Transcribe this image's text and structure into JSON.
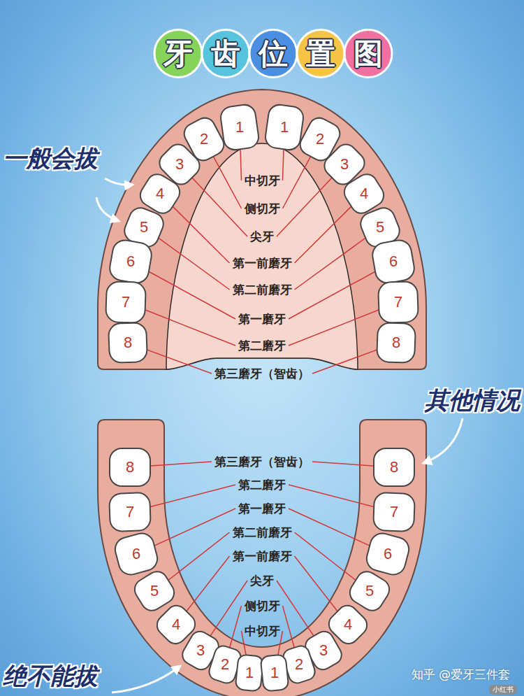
{
  "diagram": {
    "title": "牙齿位置图",
    "nodes": [
      {
        "text": [
          "1"
        ]
      },
      {
        "text": [
          "2"
        ]
      },
      {
        "text": [
          "3"
        ]
      },
      {
        "text": [
          "4"
        ]
      },
      {
        "text": [
          "5"
        ]
      },
      {
        "text": [
          "6"
        ]
      },
      {
        "text": [
          "7"
        ]
      },
      {
        "text": [
          "8"
        ]
      },
      {
        "text": [
          "1"
        ]
      },
      {
        "text": [
          "2"
        ]
      },
      {
        "text": [
          "3"
        ]
      },
      {
        "text": [
          "4"
        ]
      },
      {
        "text": [
          "5"
        ]
      },
      {
        "text": [
          "6"
        ]
      },
      {
        "text": [
          "7"
        ]
      },
      {
        "text": [
          "8"
        ]
      },
      {
        "text": [
          "8"
        ]
      },
      {
        "text": [
          "7"
        ]
      },
      {
        "text": [
          "6"
        ]
      },
      {
        "text": [
          "5"
        ]
      },
      {
        "text": [
          "4"
        ]
      },
      {
        "text": [
          "3"
        ]
      },
      {
        "text": [
          "2"
        ]
      },
      {
        "text": [
          "1"
        ]
      },
      {
        "text": [
          "8"
        ]
      },
      {
        "text": [
          "7"
        ]
      },
      {
        "text": [
          "6"
        ]
      },
      {
        "text": [
          "5"
        ]
      },
      {
        "text": [
          "4"
        ]
      },
      {
        "text": [
          "3"
        ]
      },
      {
        "text": [
          "2"
        ]
      },
      {
        "text": [
          "1"
        ]
      }
    ],
    "labels": [
      "一般会拔",
      "其他情况",
      "绝不能拔",
      "中切牙",
      "侧切牙",
      "尖牙",
      "第一前磨牙",
      "第二前磨牙",
      "第一磨牙",
      "第二磨牙",
      "第三磨牙（智齿）",
      "第三磨牙（智齿）",
      "第二磨牙",
      "第一磨牙",
      "第二前磨牙",
      "第一前磨牙",
      "尖牙",
      "侧切牙",
      "中切牙",
      "知乎 @爱牙三件套",
      "小红书"
    ]
  }
}
